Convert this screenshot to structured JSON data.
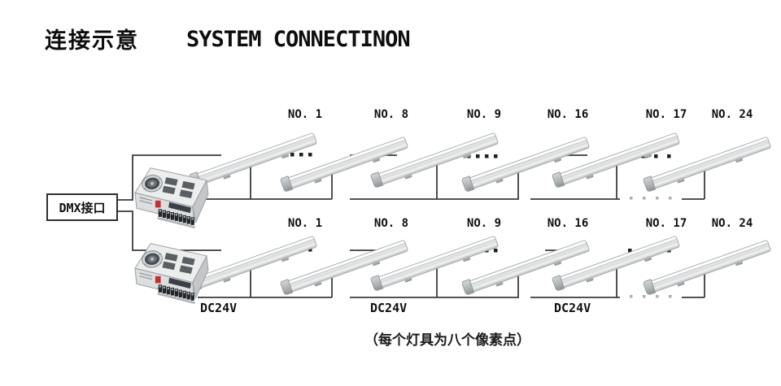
{
  "title": {
    "zh": "连接示意",
    "en": "SYSTEM CONNECTINON"
  },
  "dmx": {
    "label": "DMX接口"
  },
  "rows": [
    {
      "name": "top-row",
      "labels": [
        "NO. 1",
        "NO. 8",
        "NO. 9",
        "NO. 16",
        "NO. 17",
        "NO. 24"
      ]
    },
    {
      "name": "bottom-row",
      "labels": [
        "NO. 1",
        "NO. 8",
        "NO. 9",
        "NO. 16",
        "NO. 17",
        "NO. 24"
      ],
      "dc_labels": [
        "DC24V",
        "DC24V",
        "DC24V"
      ]
    }
  ],
  "caption": "（每个灯具为八个像素点）",
  "icons": {
    "psu": "power-supply-unit",
    "fixture": "linear-light-fixture"
  },
  "colors": {
    "line": "#3c3c3c",
    "dot": "#1f1f1f",
    "faint_dot": "#aeaeae",
    "text": "#101010"
  }
}
